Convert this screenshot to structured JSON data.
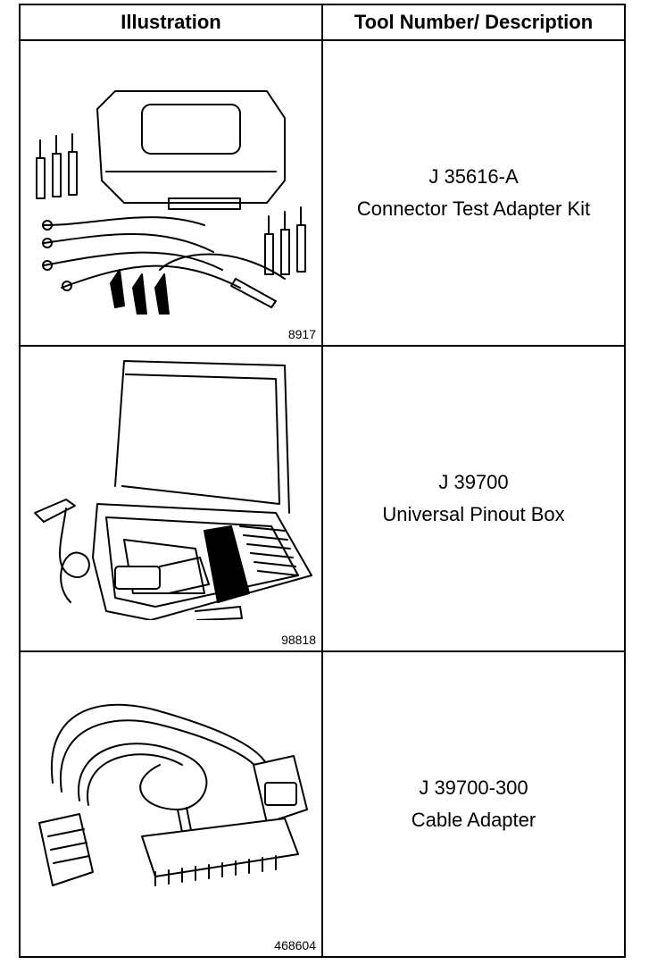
{
  "table": {
    "headers": {
      "illustration": "Illustration",
      "tool": "Tool Number/ Description"
    },
    "rows": [
      {
        "figure_number": "8917",
        "tool_number": "J 35616-A",
        "description": "Connector Test Adapter Kit",
        "illustration_icon": "connector-test-adapter-kit-icon"
      },
      {
        "figure_number": "98818",
        "tool_number": "J 39700",
        "description": "Universal Pinout Box",
        "illustration_icon": "universal-pinout-box-icon"
      },
      {
        "figure_number": "468604",
        "tool_number": "J 39700-300",
        "description": "Cable Adapter",
        "illustration_icon": "cable-adapter-icon"
      }
    ]
  }
}
